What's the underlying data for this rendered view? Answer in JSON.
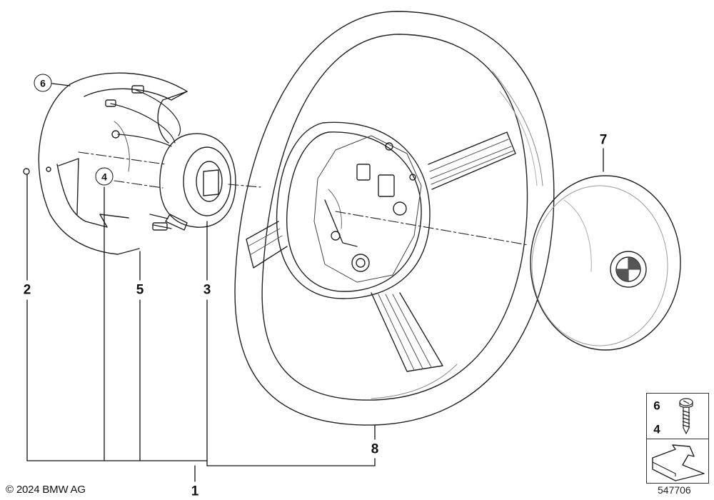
{
  "callouts": {
    "p1": "1",
    "p2": "2",
    "p3": "3",
    "p4": "4",
    "p5": "5",
    "p6": "6",
    "p7": "7",
    "p8": "8"
  },
  "inset": {
    "top_num": "6",
    "bottom_num": "4"
  },
  "footer": {
    "copyright": "© 2024 BMW AG",
    "diagram_id": "547706"
  }
}
